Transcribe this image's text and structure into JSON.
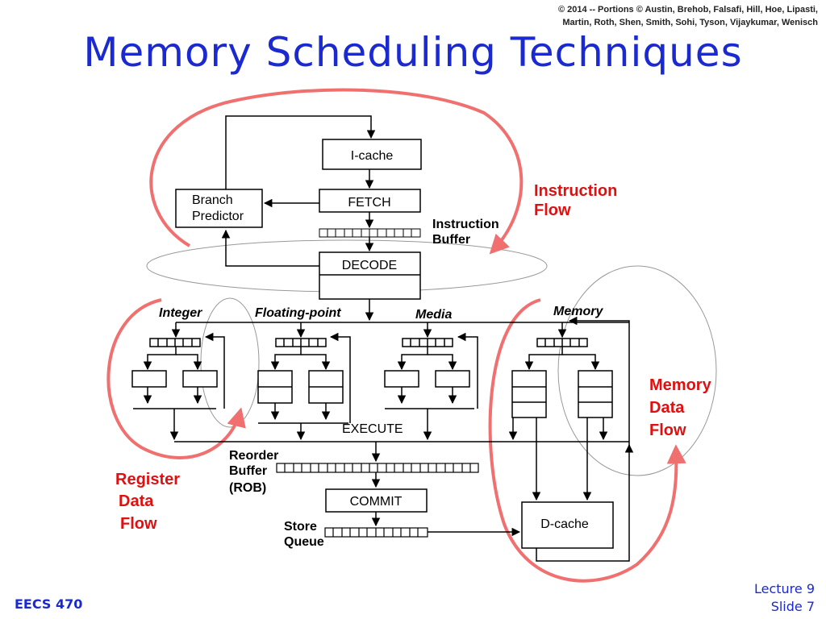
{
  "header": {
    "copyright_line1": "© 2014 -- Portions © Austin, Brehob, Falsafi, Hill, Hoe, Lipasti,",
    "copyright_line2": "Martin, Roth, Shen, Smith, Sohi, Tyson, Vijaykumar, Wenisch",
    "title": "Memory Scheduling Techniques"
  },
  "diagram": {
    "icache": "I-cache",
    "fetch": "FETCH",
    "decode": "DECODE",
    "branch_line1": "Branch",
    "branch_line2": "Predictor",
    "ibuf_line1": "Instruction",
    "ibuf_line2": "Buffer",
    "integer": "Integer",
    "floating": "Floating-point",
    "media": "Media",
    "memory": "Memory",
    "execute": "EXECUTE",
    "rob_line1": "Reorder",
    "rob_line2": "Buffer",
    "rob_line3": "(ROB)",
    "commit": "COMMIT",
    "sq_line1": "Store",
    "sq_line2": "Queue",
    "dcache": "D-cache",
    "instr_flow_line1": "Instruction",
    "instr_flow_line2": "Flow",
    "mem_flow_line1": "Memory",
    "mem_flow_line2": "Data",
    "mem_flow_line3": "Flow",
    "reg_flow_line1": "Register",
    "reg_flow_line2": "Data",
    "reg_flow_line3": "Flow"
  },
  "footer": {
    "course": "EECS 470",
    "lecture": "Lecture 9",
    "slide": "Slide 7"
  },
  "colors": {
    "title": "#1a2ad0",
    "accent_red": "#e01010",
    "ellipse_red": "#f05a5a"
  }
}
